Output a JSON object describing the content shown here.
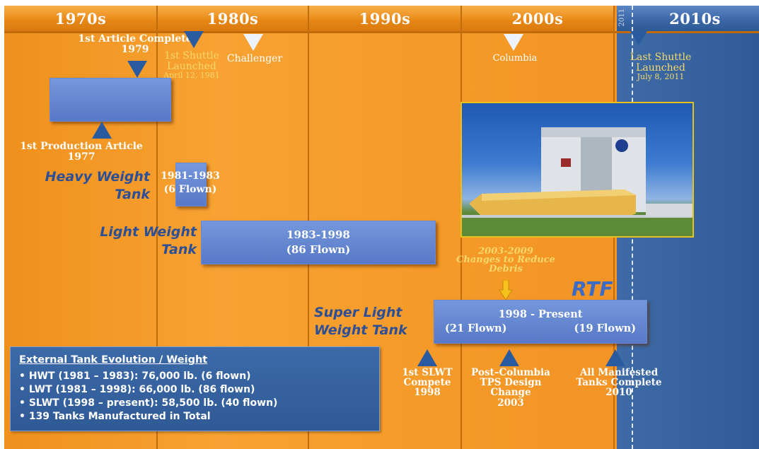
{
  "decades": [
    "1970s",
    "1980s",
    "1990s",
    "2000s",
    "2010s"
  ],
  "year_2011": "2011",
  "events": {
    "first_article": {
      "title": "1st Article Complete",
      "year": "1979"
    },
    "first_shuttle": {
      "line1": "1st Shuttle",
      "line2": "Launched",
      "date": "April 12, 1981"
    },
    "challenger": "Challenger",
    "columbia": "Columbia",
    "last_shuttle": {
      "line1": "Last Shuttle",
      "line2": "Launched",
      "date": "July 8, 2011"
    },
    "first_production": {
      "title": "1st Production Article",
      "year": "1977"
    }
  },
  "tanks": {
    "heavy": {
      "name1": "Heavy Weight",
      "name2": "Tank",
      "range": "1981-1983",
      "flown": "(6 Flown)"
    },
    "light": {
      "name1": "Light Weight",
      "name2": "Tank",
      "range": "1983-1998",
      "flown": "(86 Flown)"
    },
    "super": {
      "name1": "Super Light",
      "name2": "Weight Tank",
      "range": "1998 - Present",
      "flown_a": "(21 Flown)",
      "flown_b": "(19 Flown)"
    }
  },
  "changes": {
    "years": "2003-2009",
    "line1": "Changes to Reduce",
    "line2": "Debris"
  },
  "rtf": "RTF",
  "milestones": {
    "slwt": {
      "l1": "1st SLWT",
      "l2": "Compete",
      "l3": "1998"
    },
    "post_columbia": {
      "l1": "Post–Columbia",
      "l2": "TPS Design",
      "l3": "Change",
      "l4": "2003"
    },
    "manifested": {
      "l1": "All Manifested",
      "l2": "Tanks Complete",
      "l3": "2010"
    }
  },
  "legend": {
    "title": "External Tank Evolution / Weight",
    "items": [
      "• HWT (1981 – 1983):  76,000 lb. (6 flown)",
      "• LWT (1981 – 1998):  66,000 lb. (86 flown)",
      "• SLWT (1998 – present):  58,500 lb. (40 flown)",
      "• 139 Tanks Manufactured in Total"
    ]
  },
  "colors": {
    "orange": "#f39424",
    "blue": "#2f5b96",
    "bar": "#5f82cc",
    "marker": "#2a5aa0",
    "yellow_text": "#f6d86a"
  }
}
